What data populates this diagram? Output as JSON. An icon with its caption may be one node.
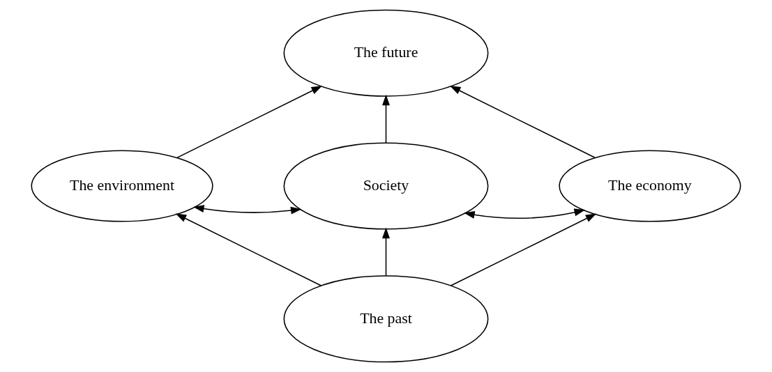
{
  "diagram": {
    "nodes": [
      {
        "text": [
          "The future"
        ]
      },
      {
        "text": [
          "The environment"
        ]
      },
      {
        "text": [
          "Society"
        ]
      },
      {
        "text": [
          "The economy"
        ]
      },
      {
        "text": [
          "The past"
        ]
      }
    ],
    "edges": [
      {
        "from": 1,
        "to": 0,
        "arrow": "to"
      },
      {
        "from": 2,
        "to": 0,
        "arrow": "to"
      },
      {
        "from": 3,
        "to": 0,
        "arrow": "to"
      },
      {
        "from": 2,
        "to": 1,
        "arrow": "both"
      },
      {
        "from": 2,
        "to": 3,
        "arrow": "both"
      },
      {
        "from": 4,
        "to": 1,
        "arrow": "to"
      },
      {
        "from": 4,
        "to": 2,
        "arrow": "to"
      },
      {
        "from": 4,
        "to": 3,
        "arrow": "to"
      }
    ]
  }
}
